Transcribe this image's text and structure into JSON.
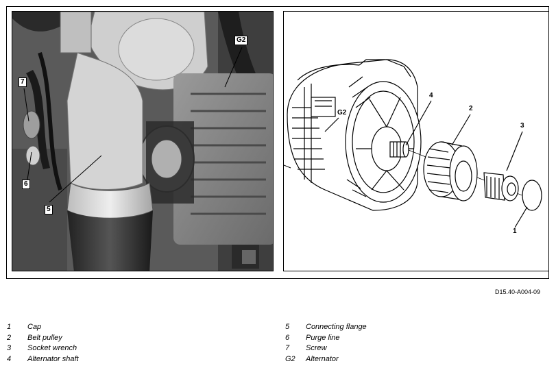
{
  "figure_id": "D15.40-A004-09",
  "photo_callouts": {
    "g2": "G2",
    "seven": "7",
    "six": "6",
    "five": "5"
  },
  "drawing_callouts": {
    "four": "4",
    "two": "2",
    "three": "3",
    "one": "1",
    "g2": "G2"
  },
  "legend_left": [
    {
      "num": "1",
      "label": "Cap"
    },
    {
      "num": "2",
      "label": "Belt pulley"
    },
    {
      "num": "3",
      "label": "Socket wrench"
    },
    {
      "num": "4",
      "label": "Alternator shaft"
    }
  ],
  "legend_right": [
    {
      "num": "5",
      "label": "Connecting flange"
    },
    {
      "num": "6",
      "label": "Purge line"
    },
    {
      "num": "7",
      "label": "Screw"
    },
    {
      "num": "G2",
      "label": "Alternator"
    }
  ]
}
